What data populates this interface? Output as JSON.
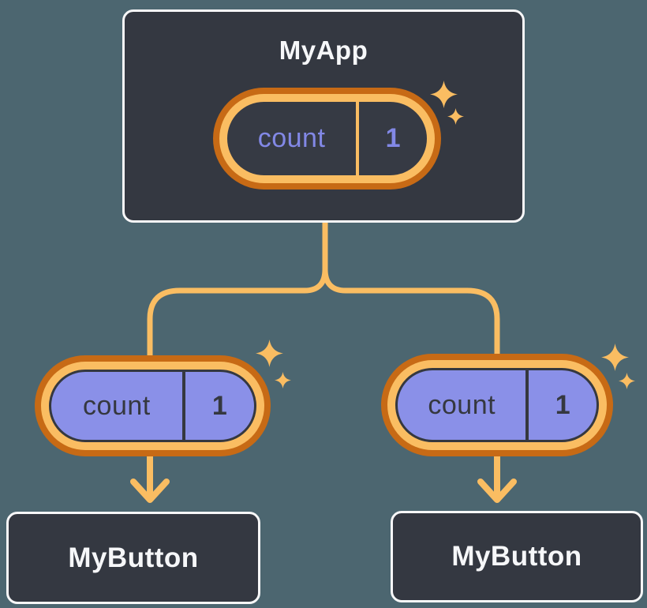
{
  "diagram_type": "react-component-tree",
  "colors": {
    "background": "#4C6670",
    "card_background": "#343841",
    "card_border": "#F7F7F8",
    "orange_dark": "#C76A15",
    "orange_light": "#FABD62",
    "purple_fill": "#8A90E8",
    "purple_text": "#8288E6",
    "dark_text": "#35383F",
    "white_text": "#F6F7F9"
  },
  "icons": {
    "sparkle": "4-point-star",
    "arrow": "down-arrow"
  },
  "root_component": {
    "title": "MyApp",
    "state": {
      "name": "count",
      "value": "1"
    }
  },
  "children": [
    {
      "title": "MyButton",
      "prop": {
        "name": "count",
        "value": "1"
      }
    },
    {
      "title": "MyButton",
      "prop": {
        "name": "count",
        "value": "1"
      }
    }
  ]
}
